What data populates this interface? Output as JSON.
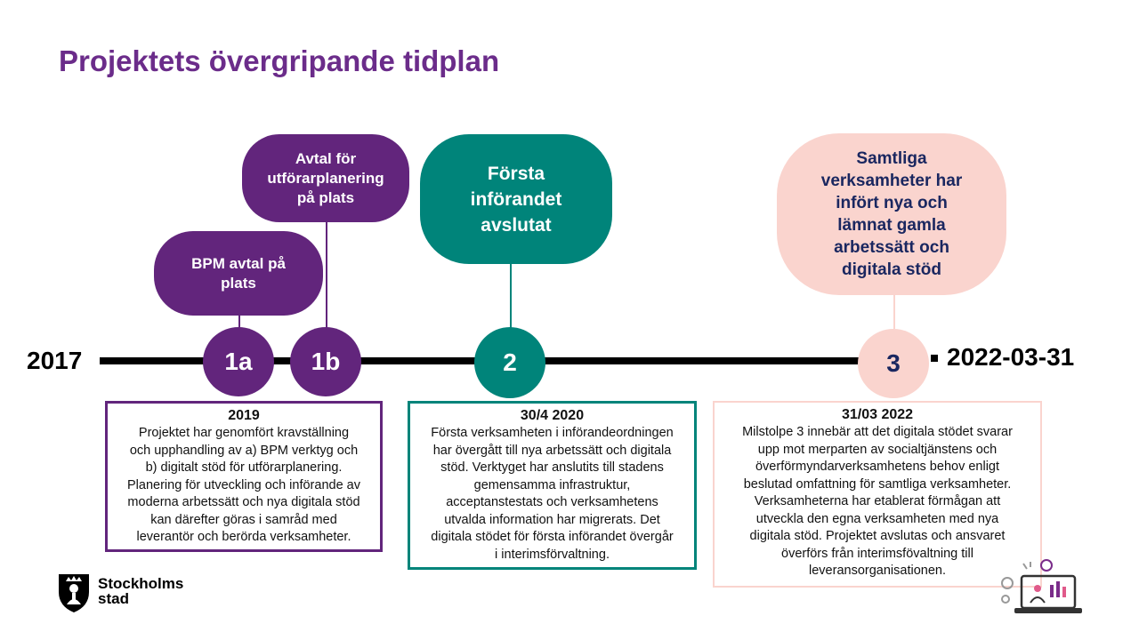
{
  "slide": {
    "title": "Projektets övergripande tidplan",
    "start_label": "2017",
    "end_label": "2022-03-31"
  },
  "colors": {
    "title": "#6B2C8A",
    "purple": "#62257C",
    "teal": "#00847A",
    "pink": "#FAD4CE",
    "navy": "#1A2760",
    "timeline": "#000000"
  },
  "milestones": {
    "m1a": {
      "label": "1a",
      "bubble": [
        "BPM avtal på",
        "plats"
      ]
    },
    "m1b": {
      "label": "1b",
      "bubble": [
        "Avtal för",
        "utförarplanering",
        "på plats"
      ]
    },
    "m2": {
      "label": "2",
      "bubble": [
        "Första",
        "införandet",
        "avslutat"
      ]
    },
    "m3": {
      "label": "3",
      "bubble": [
        "Samtliga",
        "verksamheter har",
        "infört nya och",
        "lämnat gamla",
        "arbetssätt och",
        "digitala stöd"
      ]
    }
  },
  "info_boxes": {
    "box2019": {
      "heading": "2019",
      "body": "Projektet har genomfört kravställning\noch upphandling av a) BPM verktyg och\nb) digitalt stöd för utförarplanering.\nPlanering för utveckling och införande av\nmoderna arbetssätt och nya digitala stöd\nkan därefter göras i samråd med\nleverantör och berörda verksamheter."
    },
    "box2020": {
      "heading": "30/4 2020",
      "body": "Första verksamheten i införandeordningen\nhar övergått till nya arbetssätt och digitala\nstöd. Verktyget har anslutits till stadens\ngemensamma infrastruktur,\nacceptanstestats och verksamhetens\nutvalda information har migrerats. Det\ndigitala stödet för första införandet övergår\ni interimsförvaltning."
    },
    "box2022": {
      "heading": "31/03 2022",
      "body": "Milstolpe 3 innebär att det digitala stödet svarar\nupp mot merparten av socialtjänstens och\növerförmyndarverksamhetens  behov enligt\nbeslutad omfattning för samtliga verksamheter.\nVerksamheterna har etablerat förmågan att\nutveckla den egna verksamheten med nya\ndigitala stöd. Projektet avslutas och ansvaret\növerförs från interimsfövaltning till\nleveransorganisationen."
    }
  },
  "logo": {
    "line1": "Stockholms",
    "line2": "stad",
    "icon": "stockholm-crown-shield-icon"
  },
  "decoration": {
    "icon": "digital-people-laptop-icon"
  }
}
